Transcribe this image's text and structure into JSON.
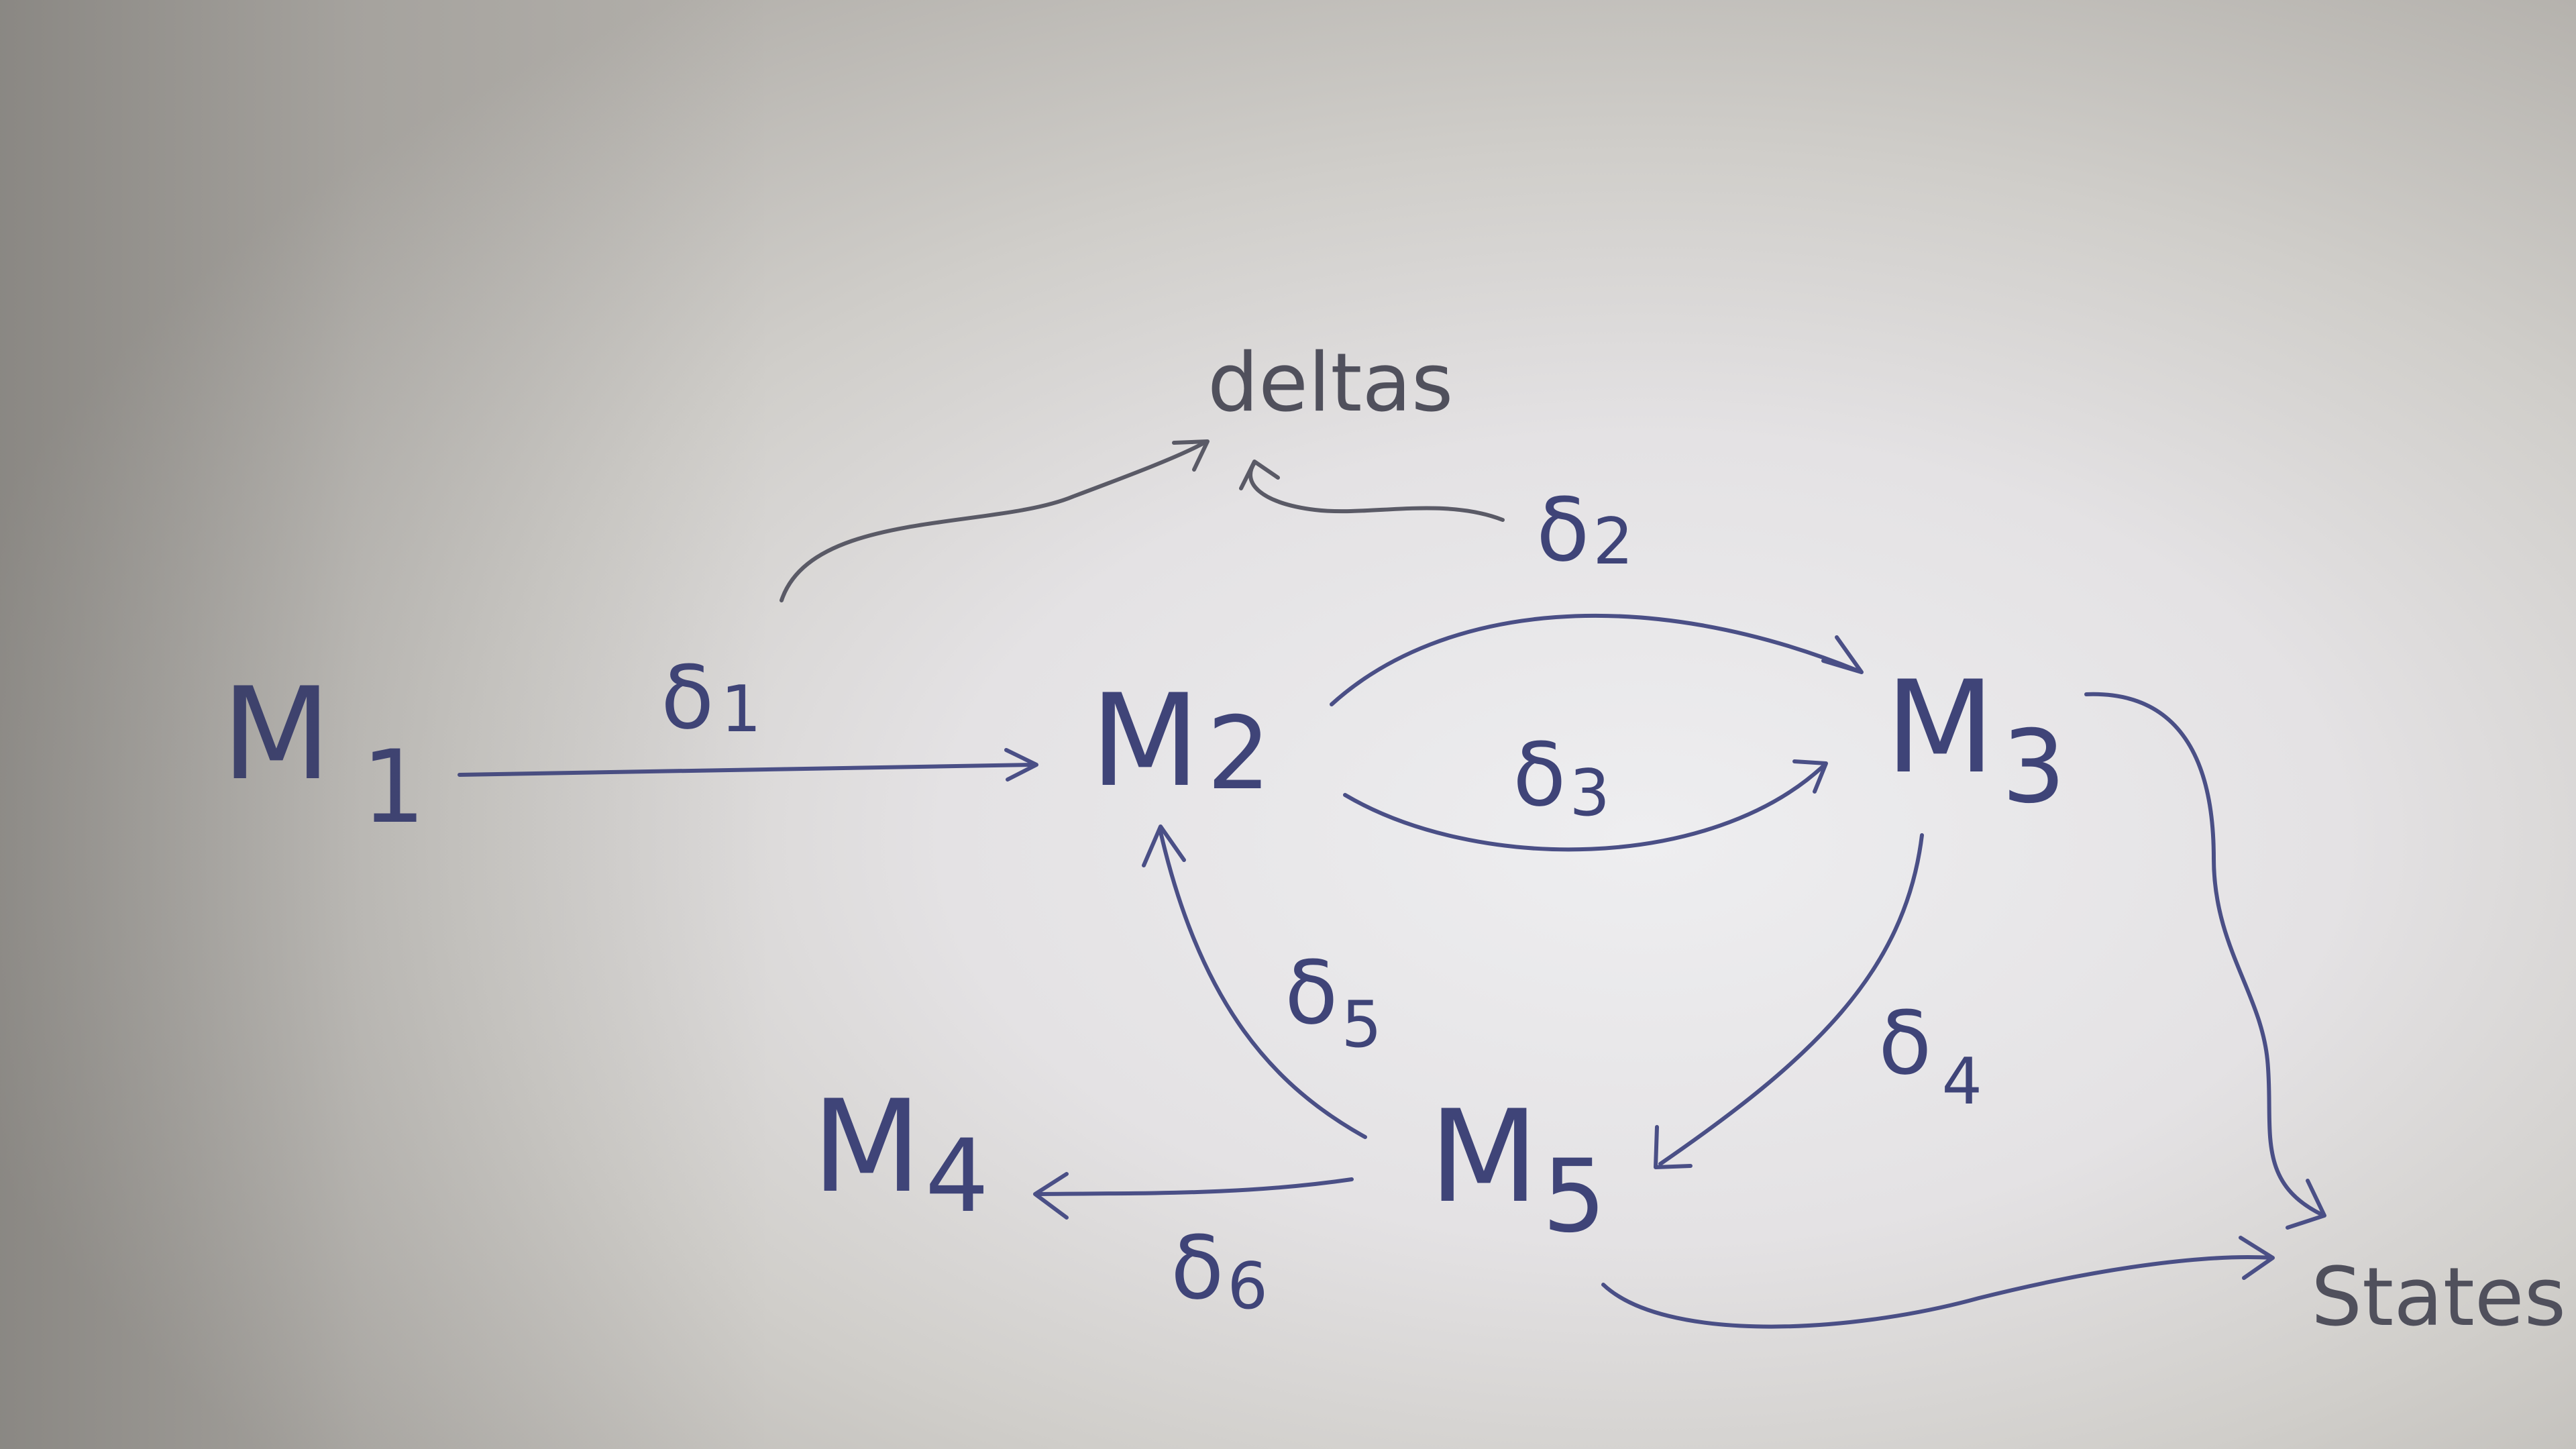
{
  "diagram": {
    "nodes": {
      "m1": {
        "letter": "M",
        "sub": "1"
      },
      "m2": {
        "letter": "M",
        "sub": "2"
      },
      "m3": {
        "letter": "M",
        "sub": "3"
      },
      "m4": {
        "letter": "M",
        "sub": "4"
      },
      "m5": {
        "letter": "M",
        "sub": "5"
      },
      "deltas": "deltas",
      "states": "States"
    },
    "edges": {
      "d1": {
        "symbol": "δ",
        "sub": "1"
      },
      "d2": {
        "symbol": "δ",
        "sub": "2"
      },
      "d3": {
        "symbol": "δ",
        "sub": "3"
      },
      "d4": {
        "symbol": "δ",
        "sub": "4"
      },
      "d5": {
        "symbol": "δ",
        "sub": "5"
      },
      "d6": {
        "symbol": "δ",
        "sub": "6"
      }
    },
    "colors": {
      "ink_blue": "#4a4f86",
      "ink_grey": "#5a5a66",
      "paper": "#e4e2e4"
    }
  }
}
